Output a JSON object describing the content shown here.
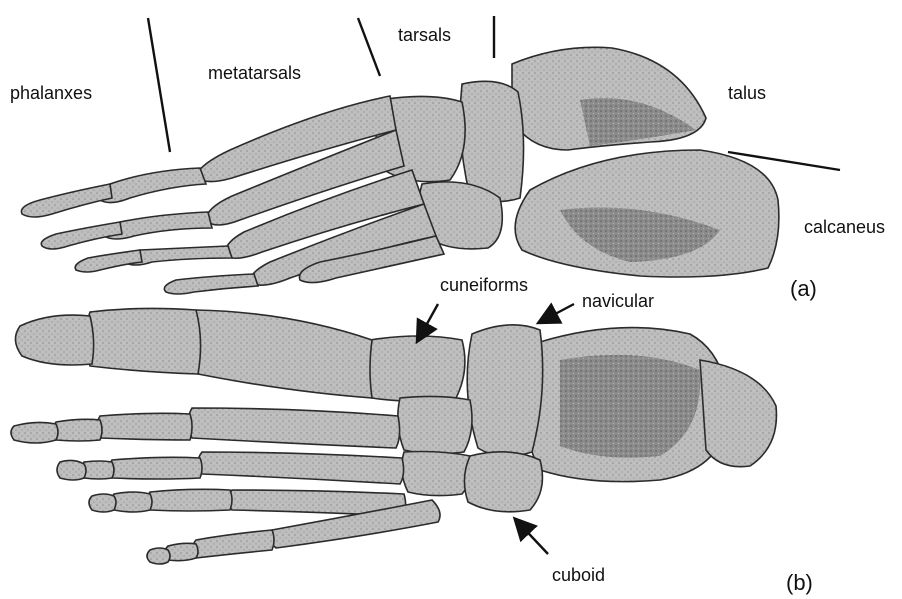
{
  "labels": {
    "phalanxes": "phalanxes",
    "metatarsals": "metatarsals",
    "tarsals": "tarsals",
    "talus": "talus",
    "calcaneus": "calcaneus",
    "cuneiforms": "cuneiforms",
    "navicular": "navicular",
    "cuboid": "cuboid"
  },
  "panels": {
    "a": "(a)",
    "b": "(b)"
  },
  "colors": {
    "bone_fill": "#b9b9b9",
    "bone_shade": "#8a8a8a",
    "bone_outline": "#2b2b2b",
    "leader": "#111111"
  }
}
